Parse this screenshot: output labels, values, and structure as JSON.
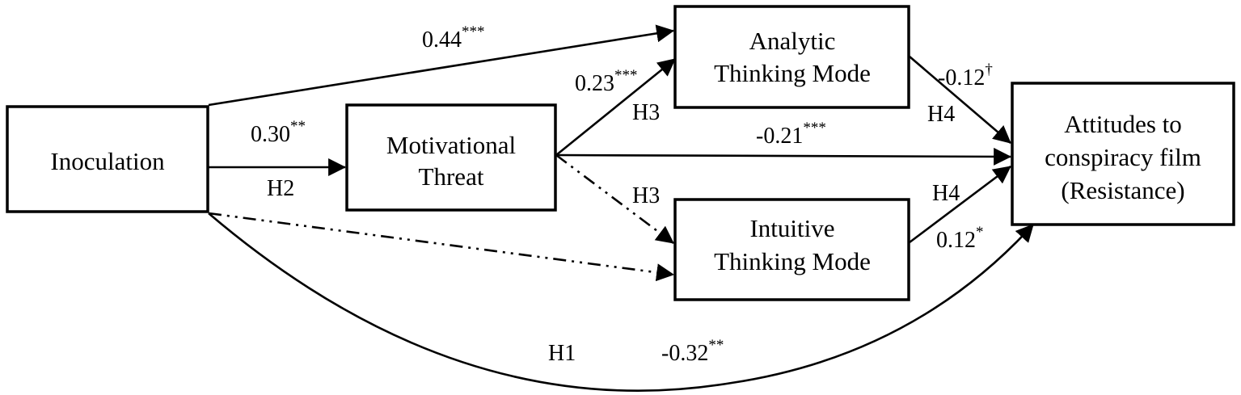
{
  "nodes": {
    "inoculation": {
      "lines": [
        "Inoculation"
      ]
    },
    "motivational_threat": {
      "lines": [
        "Motivational",
        "Threat"
      ]
    },
    "analytic": {
      "lines": [
        "Analytic",
        "Thinking Mode"
      ]
    },
    "intuitive": {
      "lines": [
        "Intuitive",
        "Thinking Mode"
      ]
    },
    "attitudes": {
      "lines": [
        "Attitudes to",
        "conspiracy film",
        "(Resistance)"
      ]
    }
  },
  "edges": {
    "inoc_to_analytic": {
      "coef": "0.44",
      "sig": "***"
    },
    "inoc_to_threat": {
      "coef": "0.30",
      "sig": "**",
      "hypothesis": "H2"
    },
    "threat_to_analytic": {
      "coef": "0.23",
      "sig": "***",
      "hypothesis": "H3"
    },
    "threat_to_attitudes": {
      "coef": "-0.21",
      "sig": "***"
    },
    "threat_to_intuitive": {
      "hypothesis": "H3"
    },
    "analytic_to_attitudes": {
      "coef": "-0.12",
      "sig": "†",
      "hypothesis": "H4"
    },
    "intuitive_to_attitudes": {
      "coef": "0.12",
      "sig": "*",
      "hypothesis": "H4"
    },
    "inoc_to_attitudes": {
      "coef": "-0.32",
      "sig": "**",
      "hypothesis": "H1"
    }
  }
}
